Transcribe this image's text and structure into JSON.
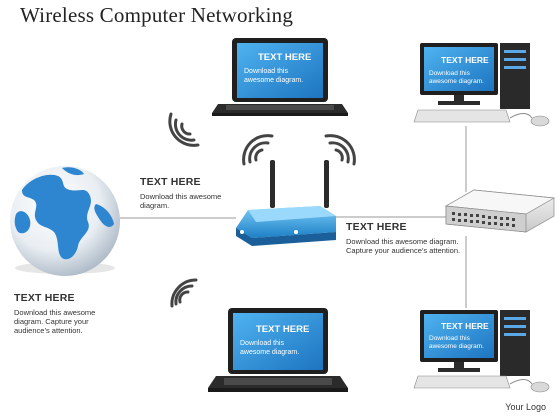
{
  "title": "Wireless Computer  Networking",
  "globe_text": {
    "heading": "TEXT HERE",
    "body_lines": [
      "Download this awesome",
      "diagram. Capture your",
      "audience’s attention."
    ]
  },
  "router_text": {
    "heading": "TEXT HERE",
    "body_lines": [
      "Download  this awesome",
      "diagram."
    ]
  },
  "switch_text": {
    "heading": "TEXT HERE",
    "body_lines": [
      "Download this awesome diagram.",
      "Capture your audience’s attention."
    ]
  },
  "laptop_top": {
    "heading": "TEXT HERE",
    "body_lines": [
      "Download  this",
      "awesome diagram."
    ]
  },
  "laptop_bottom": {
    "heading": "TEXT HERE",
    "body_lines": [
      "Download  this",
      "awesome diagram."
    ]
  },
  "desktop_top": {
    "heading": "TEXT HERE",
    "body_lines": [
      "Download this",
      "awesome diagram."
    ]
  },
  "desktop_bottom": {
    "heading": "TEXT HERE",
    "body_lines": [
      "Download this",
      "awesome diagram."
    ]
  },
  "logo": "Your Logo",
  "colors": {
    "screen_blue": "#2f8fd6",
    "line_gray": "#9a9a9a",
    "dark_device": "#2b2b2b",
    "router_blue": "#3aa0dd"
  }
}
